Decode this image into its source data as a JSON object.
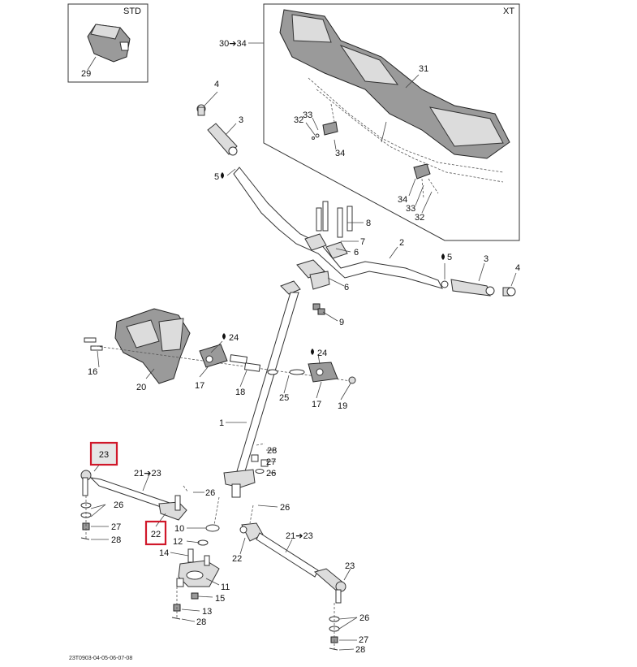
{
  "panels": {
    "std_label": "STD",
    "xt_label": "XT"
  },
  "highlight": {
    "color": "#d0182a",
    "items": [
      "23",
      "22"
    ]
  },
  "callouts": {
    "p29": "29",
    "p30_34": "30➔34",
    "p31": "31",
    "p32a": "32",
    "p33a": "33",
    "p34a": "34",
    "p34b": "34",
    "p33b": "33",
    "p32b": "32",
    "p4a": "4",
    "p3a": "3",
    "p5a": "5",
    "p8": "8",
    "p7": "7",
    "p6a": "6",
    "p2": "2",
    "p5b": "5",
    "p3b": "3",
    "p4b": "4",
    "p6b": "6",
    "p9": "9",
    "p24a": "24",
    "p24b": "24",
    "p16": "16",
    "p20": "20",
    "p17a": "17",
    "p18": "18",
    "p25": "25",
    "p17b": "17",
    "p19": "19",
    "p1": "1",
    "p28a": "28",
    "p27a": "27",
    "p26a": "26",
    "p23a": "23",
    "p21_23a": "21➔23",
    "p26b": "26",
    "p26c": "26",
    "p27b": "27",
    "p28b": "28",
    "p22a": "22",
    "p10": "10",
    "p12": "12",
    "p14": "14",
    "p26d": "26",
    "p21_23b": "21➔23",
    "p22b": "22",
    "p11": "11",
    "p15": "15",
    "p13": "13",
    "p28c": "28",
    "p23b": "23",
    "p26e": "26",
    "p27c": "27",
    "p28d": "28"
  },
  "footer_code": "23T0903-04-05-06-07-08"
}
